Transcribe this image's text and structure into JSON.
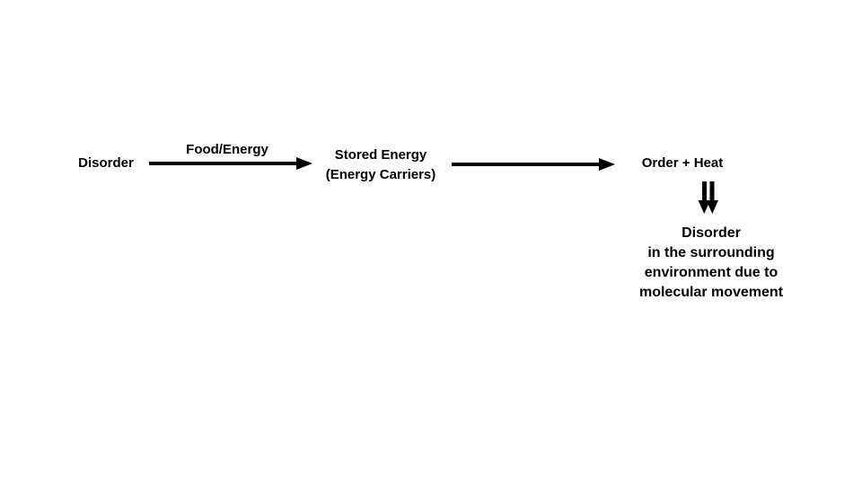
{
  "slide": {
    "background": "#ffffff",
    "ink": "#000000"
  },
  "diagram": {
    "start": {
      "label": "Disorder"
    },
    "transition1": {
      "label": "Food/Energy",
      "icon": "right-arrow"
    },
    "intermediate": {
      "line1": "Stored Energy",
      "line2": "(Energy Carriers)"
    },
    "transition2": {
      "icon": "right-arrow"
    },
    "result": {
      "label": "Order + Heat"
    },
    "consequence": {
      "icon": "double-down-arrow",
      "line1": "Disorder",
      "line2": "in the surrounding",
      "line3": "environment due to",
      "line4": "molecular movement"
    }
  }
}
